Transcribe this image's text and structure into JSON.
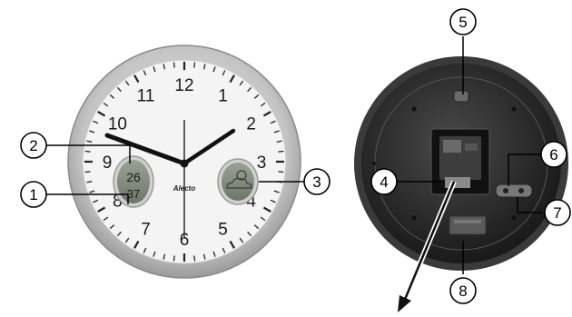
{
  "brand": "Alecto",
  "front_clock": {
    "dial_numbers": [
      "12",
      "1",
      "2",
      "3",
      "4",
      "5",
      "6",
      "7",
      "8",
      "9",
      "10",
      "11"
    ],
    "sensor_readings": {
      "temperature": "26",
      "humidity": "37"
    },
    "weather_icon": "cloud-sun-icon"
  },
  "callouts": [
    "1",
    "2",
    "3",
    "4",
    "5",
    "6",
    "7",
    "8"
  ],
  "colors": {
    "frame": "#b8b8b8",
    "dial": "#f2f2f2",
    "back_case": "#2a2a2a",
    "lcd": "#7d8678"
  }
}
